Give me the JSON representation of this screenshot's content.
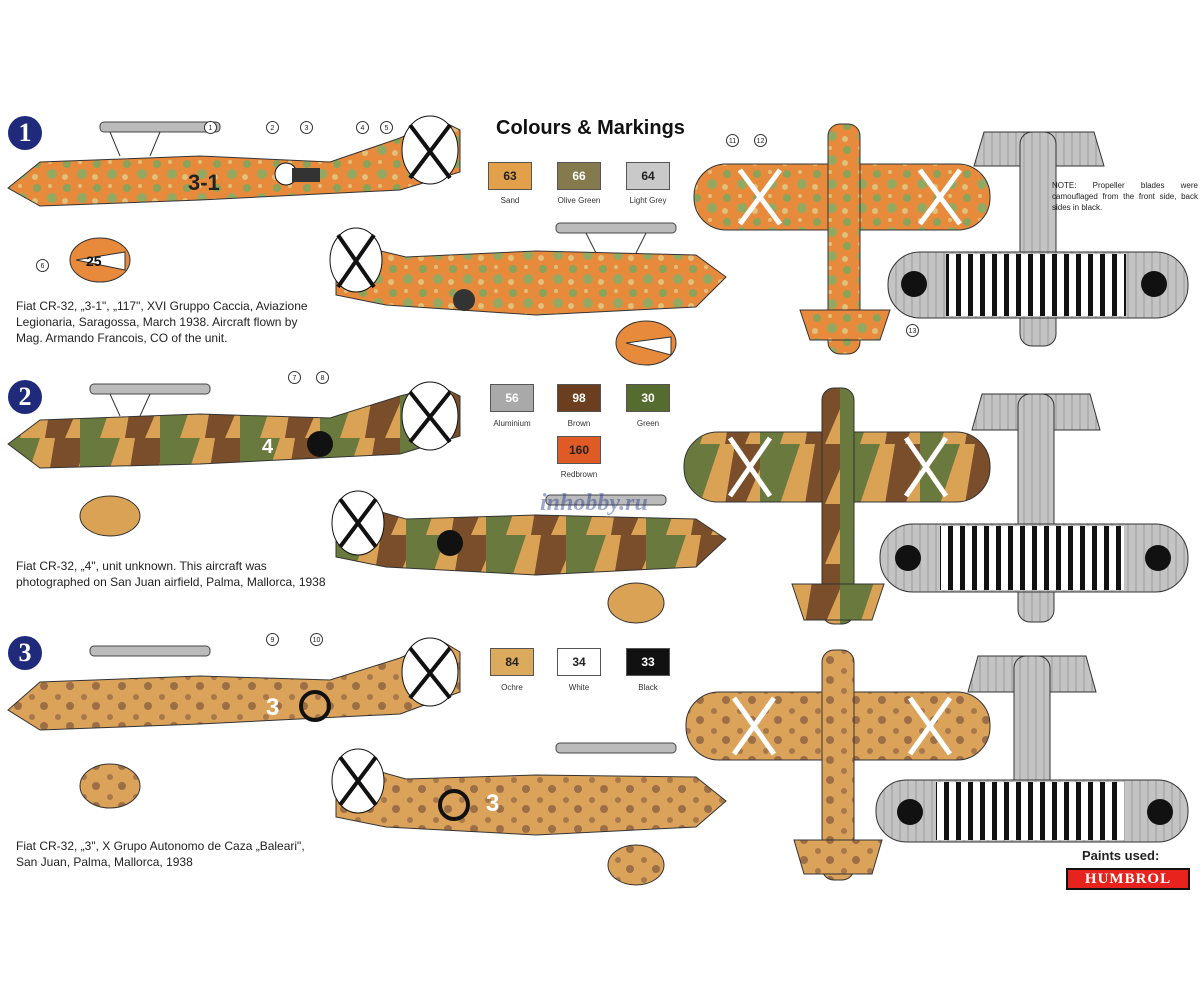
{
  "header": {
    "title": "Colours & Markings"
  },
  "schemes": [
    {
      "number": "1",
      "caption_lines": [
        "Fiat CR-32, „3-1\", „117\", XVI Gruppo Caccia, Aviazione",
        "Legionaria, Saragossa, March 1938. Aircraft flown by",
        "Mag. Armando Francois, CO of the unit."
      ],
      "codes": [
        "3-1",
        "25"
      ]
    },
    {
      "number": "2",
      "caption_lines": [
        "Fiat CR-32, „4\", unit unknown. This aircraft was",
        "photographed on San Juan airfield, Palma, Mallorca, 1938"
      ],
      "codes": [
        "4"
      ]
    },
    {
      "number": "3",
      "caption_lines": [
        "Fiat CR-32, „3\", X Grupo Autonomo de Caza „Baleari\",",
        "San Juan, Palma, Mallorca, 1938"
      ],
      "codes": [
        "3"
      ]
    }
  ],
  "colours": [
    {
      "code": "63",
      "name": "Sand",
      "hex": "#e3a04a",
      "text": "#222"
    },
    {
      "code": "66",
      "name": "Olive Green",
      "hex": "#857a4e",
      "text": "#fff"
    },
    {
      "code": "64",
      "name": "Light Grey",
      "hex": "#c9c9c9",
      "text": "#222"
    },
    {
      "code": "56",
      "name": "Aluminium",
      "hex": "#a9a9a9",
      "text": "#fff"
    },
    {
      "code": "98",
      "name": "Brown",
      "hex": "#6a3e1e",
      "text": "#fff"
    },
    {
      "code": "30",
      "name": "Green",
      "hex": "#556b2f",
      "text": "#fff"
    },
    {
      "code": "160",
      "name": "Redbrown",
      "hex": "#e05a25",
      "text": "#222"
    },
    {
      "code": "84",
      "name": "Ochre",
      "hex": "#dcaa5c",
      "text": "#222"
    },
    {
      "code": "34",
      "name": "White",
      "hex": "#ffffff",
      "text": "#222"
    },
    {
      "code": "33",
      "name": "Black",
      "hex": "#111111",
      "text": "#fff"
    }
  ],
  "callouts": [
    "1",
    "2",
    "3",
    "4",
    "5",
    "6",
    "7",
    "8",
    "9",
    "10",
    "11",
    "12",
    "13"
  ],
  "note": "NOTE: Propeller blades were camouflaged from the front side, back sides in black.",
  "paints": {
    "label": "Paints used:",
    "brand": "HUMBROL"
  },
  "watermark": "inhobby.ru"
}
